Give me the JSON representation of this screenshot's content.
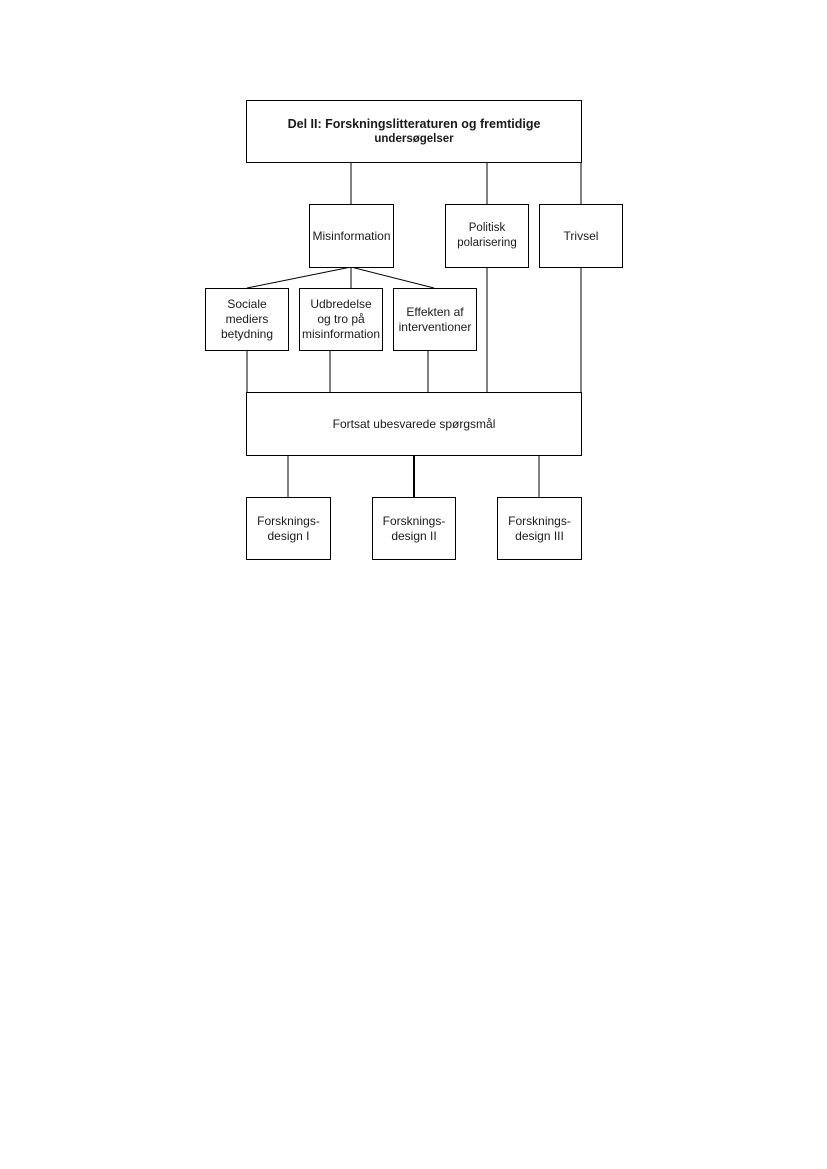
{
  "title": {
    "line1": "Del II: Forskningslitteraturen og fremtidige",
    "line2": "undersøgelser"
  },
  "topics": {
    "misinformation": "Misinformation",
    "polarisering": "Politisk\npolarisering",
    "trivsel": "Trivsel"
  },
  "subtopics": {
    "sociale": "Sociale\nmediers\nbetydning",
    "udbredelse": "Udbredelse\nog tro på\nmisinformation",
    "effekten": "Effekten af\ninterventioner"
  },
  "questions": "Fortsat ubesvarede spørgsmål",
  "designs": {
    "d1": "Forsknings-\ndesign I",
    "d2": "Forsknings-\ndesign II",
    "d3": "Forsknings-\ndesign III"
  }
}
